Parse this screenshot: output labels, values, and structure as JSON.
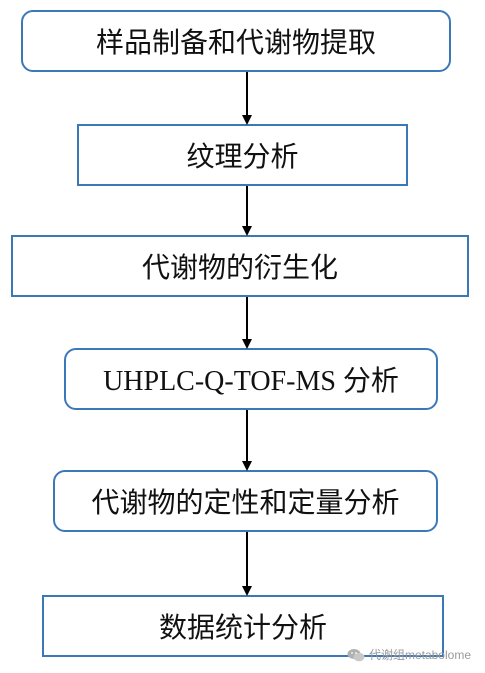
{
  "steps": [
    {
      "label": "样品制备和代谢物提取",
      "shape": "rounded"
    },
    {
      "label": "纹理分析",
      "shape": "rect"
    },
    {
      "label": "代谢物的衍生化",
      "shape": "rect"
    },
    {
      "label": "UHPLC-Q-TOF-MS 分析",
      "shape": "rounded"
    },
    {
      "label": "代谢物的定性和定量分析",
      "shape": "rounded"
    },
    {
      "label": "数据统计分析",
      "shape": "rect"
    }
  ],
  "watermark": {
    "icon": "wechat-icon",
    "text": "代谢组metabolome"
  },
  "colors": {
    "box_border": "#3b78b8",
    "arrow": "#000000",
    "text": "#111111"
  }
}
